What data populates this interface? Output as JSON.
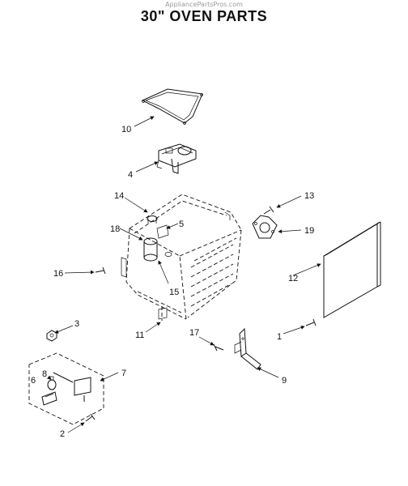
{
  "watermark": "AppliancePartsPros.com",
  "title": "30\" OVEN PARTS",
  "callouts": {
    "c1": "1",
    "c2": "2",
    "c3": "3",
    "c4": "4",
    "c5": "5",
    "c6": "6",
    "c7": "7",
    "c8": "8",
    "c9": "9",
    "c10": "10",
    "c11": "11",
    "c12": "12",
    "c13": "13",
    "c14": "14",
    "c15": "15",
    "c16": "16",
    "c17": "17",
    "c18": "18",
    "c19": "19"
  }
}
